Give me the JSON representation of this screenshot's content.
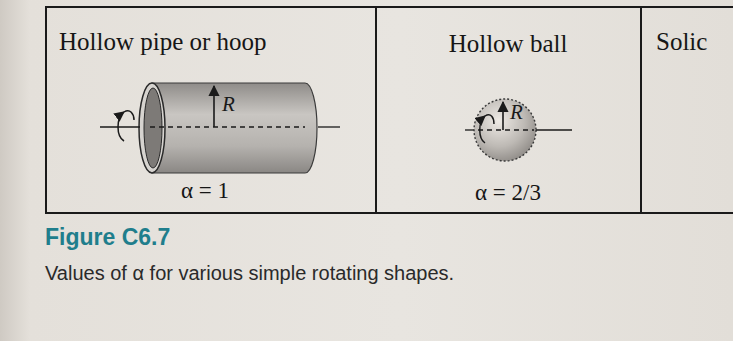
{
  "diagram": {
    "title": "Figure C6.7",
    "caption": "Values of α for various simple rotating shapes.",
    "nodes": [
      {
        "text": [
          "Hollow pipe or hoop",
          "α = 1"
        ]
      },
      {
        "text": [
          "Hollow ball",
          "α = 2/3"
        ]
      },
      {
        "text": [
          "Solic"
        ]
      }
    ],
    "labels": [
      "R",
      "R"
    ]
  }
}
